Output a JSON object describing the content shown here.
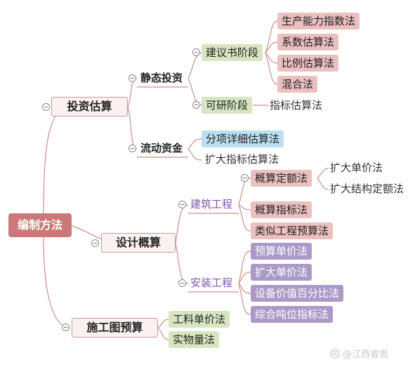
{
  "root": "编制方法",
  "investment_estimate": {
    "label": "投资估算",
    "static": {
      "label": "静态投资",
      "proposal": {
        "label": "建议书阶段",
        "items": [
          "生产能力指数法",
          "系数估算法",
          "比例估算法",
          "混合法"
        ]
      },
      "feasibility": {
        "label": "可研阶段",
        "item": "指标估算法"
      }
    },
    "working_capital": {
      "label": "流动资金",
      "items": [
        "分项详细估算法",
        "扩大指标估算法"
      ]
    }
  },
  "design_estimate": {
    "label": "设计概算",
    "building": {
      "label": "建筑工程",
      "quota": {
        "label": "概算定额法",
        "items": [
          "扩大单价法",
          "扩大结构定额法"
        ]
      },
      "others": [
        "概算指标法",
        "类似工程预算法"
      ]
    },
    "installation": {
      "label": "安装工程",
      "items": [
        "预算单价法",
        "扩大单价法",
        "设备价值百分比法",
        "综合吨位指标法"
      ]
    }
  },
  "construction_budget": {
    "label": "施工图预算",
    "items": [
      "工料单价法",
      "实物量法"
    ]
  },
  "watermark": "江西睿思",
  "colors": {
    "root": "#c97a78",
    "link": "#c98f8c",
    "pink": "#ebc0bf",
    "green": "#d7e6c1",
    "blue": "#b9dff0",
    "purple": "#ab9ac8"
  }
}
